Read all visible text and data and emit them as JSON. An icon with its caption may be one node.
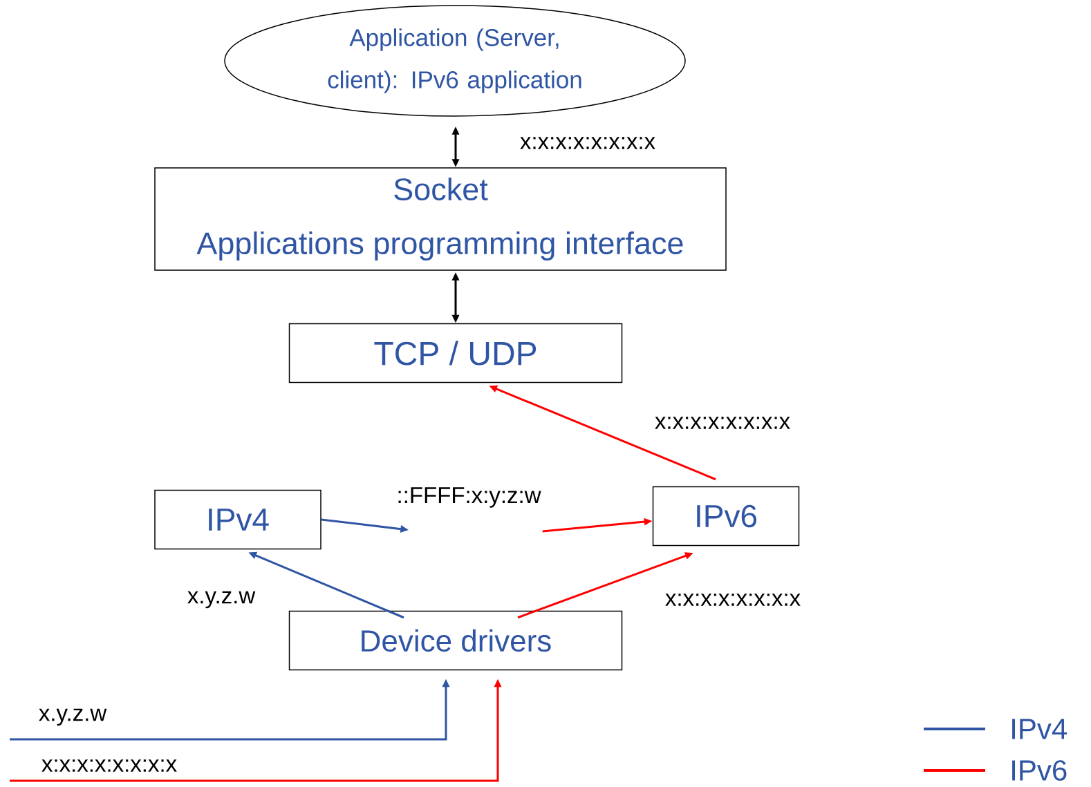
{
  "diagram": {
    "nodes": [
      {
        "text": [
          "Application (Server, client): IPv6 application"
        ]
      },
      {
        "text": [
          "Socket",
          "Applications programming interface"
        ]
      },
      {
        "text": [
          "TCP / UDP"
        ]
      },
      {
        "text": [
          "IPv4"
        ]
      },
      {
        "text": [
          "::FFFF:x:y:z:w"
        ]
      },
      {
        "text": [
          "IPv6"
        ]
      },
      {
        "text": [
          "Device drivers"
        ]
      }
    ],
    "edges": [
      {
        "from": 0,
        "to": 1,
        "arrow": "both",
        "color": "#000000",
        "label": "x:x:x:x:x:x:x:x"
      },
      {
        "from": 1,
        "to": 2,
        "arrow": "both",
        "color": "#000000"
      },
      {
        "from": 5,
        "to": 2,
        "arrow": "to",
        "color": "#ff0000",
        "label": "x:x:x:x:x:x:x:x"
      },
      {
        "from": 3,
        "to": 4,
        "arrow": "to",
        "color": "#2f55a4"
      },
      {
        "from": 4,
        "to": 5,
        "arrow": "to",
        "color": "#ff0000"
      },
      {
        "from": 6,
        "to": 3,
        "arrow": "to",
        "color": "#2f55a4",
        "label": "x.y.z.w"
      },
      {
        "from": 6,
        "to": 5,
        "arrow": "to",
        "color": "#ff0000",
        "label": "x:x:x:x:x:x:x:x"
      },
      {
        "from": null,
        "to": 6,
        "arrow": "to",
        "color": "#2f55a4",
        "label": "x.y.z.w"
      },
      {
        "from": null,
        "to": 6,
        "arrow": "to",
        "color": "#ff0000",
        "label": "x:x:x:x:x:x:x:x"
      }
    ],
    "legend": [
      {
        "text": "IPv4",
        "color": "#2f55a4"
      },
      {
        "text": "IPv6",
        "color": "#ff0000"
      }
    ]
  }
}
